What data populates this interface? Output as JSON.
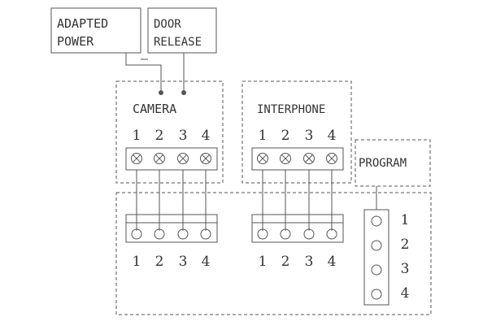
{
  "boxes": {
    "adapted_power": {
      "line1": "ADAPTED",
      "line2": "POWER"
    },
    "door_release": {
      "line1": "DOOR",
      "line2": "RELEASE"
    }
  },
  "sections": {
    "camera": {
      "title": "CAMERA",
      "terminals": [
        "1",
        "2",
        "3",
        "4"
      ]
    },
    "interphone": {
      "title": "INTERPHONE",
      "terminals": [
        "1",
        "2",
        "3",
        "4"
      ]
    },
    "program": {
      "title": "PROGRAM"
    }
  },
  "board": {
    "camera_pins": [
      "1",
      "2",
      "3",
      "4"
    ],
    "interphone_pins": [
      "1",
      "2",
      "3",
      "4"
    ],
    "program_pins": [
      "1",
      "2",
      "3",
      "4"
    ]
  },
  "colors": {
    "line": "#555555",
    "text": "#333333",
    "background": "#ffffff"
  }
}
